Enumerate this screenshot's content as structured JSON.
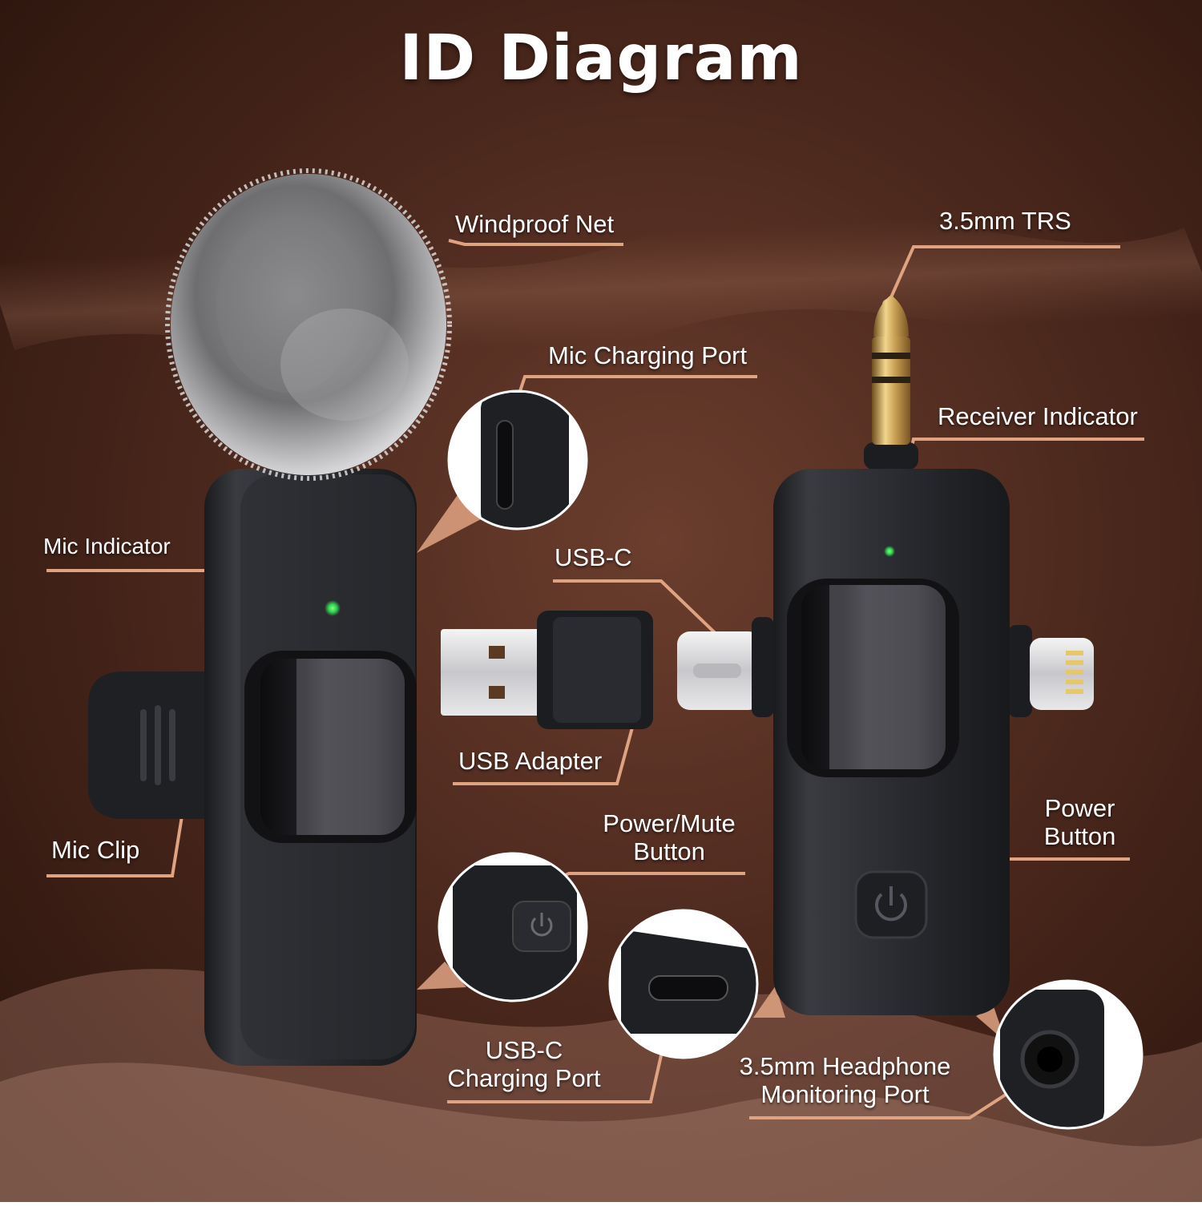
{
  "title": "ID Diagram",
  "colors": {
    "background_dark": "#2a1510",
    "background_mid": "#5a3326",
    "leader_line": "#e0a382",
    "device_body": "#26272b",
    "indicator_led": "#2ed44a",
    "connector_gold": "#c9a055"
  },
  "labels": {
    "windproof_net": "Windproof Net",
    "trs": "3.5mm TRS",
    "mic_charging_port": "Mic Charging Port",
    "receiver_indicator": "Receiver Indicator",
    "mic_indicator": "Mic Indicator",
    "usb_c": "USB-C",
    "usb_adapter": "USB Adapter",
    "mic_clip": "Mic Clip",
    "power_mute_1": "Power/Mute",
    "power_mute_2": "Button",
    "power_button_1": "Power",
    "power_button_2": "Button",
    "usbc_charging_1": "USB-C",
    "usbc_charging_2": "Charging Port",
    "headphone_1": "3.5mm Headphone",
    "headphone_2": "Monitoring Port"
  },
  "icons": [
    "power-icon",
    "usb-c-port-icon",
    "headphone-jack-icon",
    "led-indicator-icon"
  ]
}
